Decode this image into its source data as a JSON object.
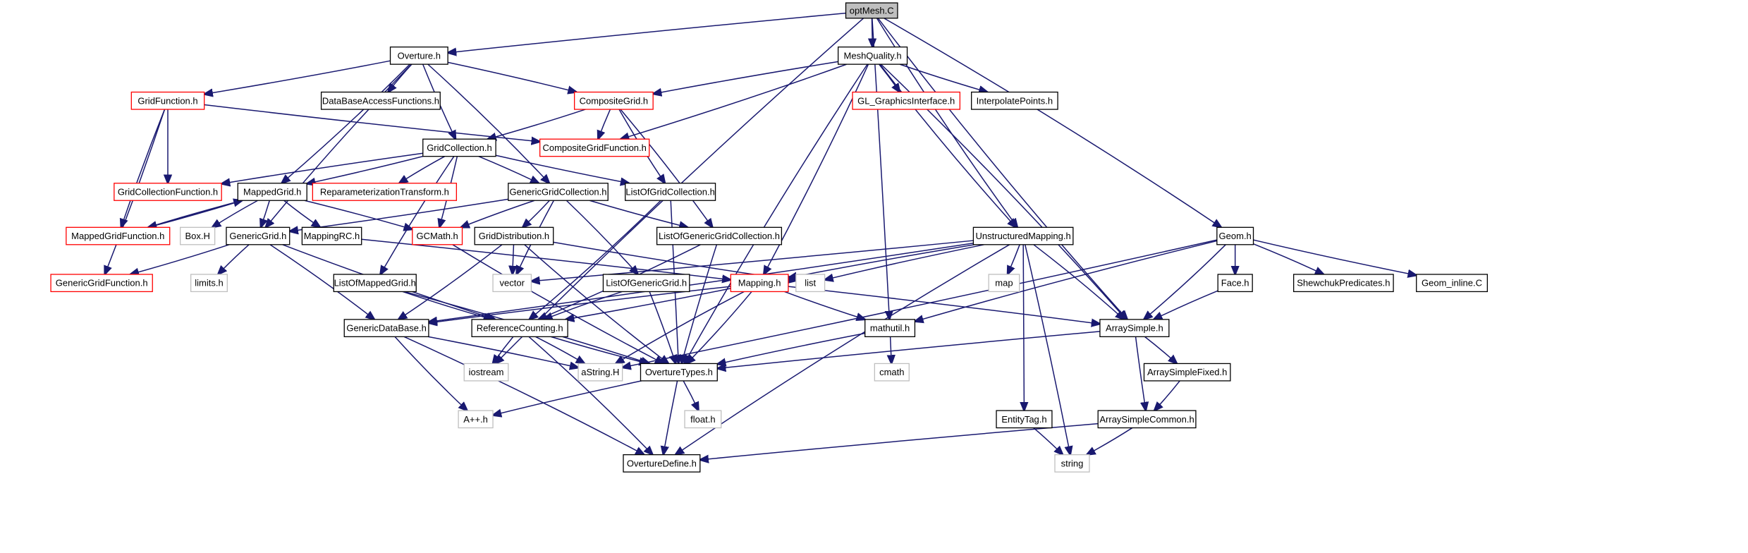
{
  "colors": {
    "edge": "#191970",
    "border_plain": "#000000",
    "border_red": "#ff0000",
    "border_gray": "#bfbfbf",
    "root_fill": "#bfbfbf",
    "node_fill": "#ffffff"
  },
  "nodes": {
    "optMesh": {
      "label": "optMesh.C",
      "style": "root"
    },
    "Overture": {
      "label": "Overture.h",
      "style": "plain"
    },
    "MeshQuality": {
      "label": "MeshQuality.h",
      "style": "plain"
    },
    "GridFunction": {
      "label": "GridFunction.h",
      "style": "red"
    },
    "DataBaseAccessFunctions": {
      "label": "DataBaseAccessFunctions.h",
      "style": "plain"
    },
    "CompositeGrid": {
      "label": "CompositeGrid.h",
      "style": "red"
    },
    "GL_GraphicsInterface": {
      "label": "GL_GraphicsInterface.h",
      "style": "red"
    },
    "InterpolatePoints": {
      "label": "InterpolatePoints.h",
      "style": "plain"
    },
    "GridCollection": {
      "label": "GridCollection.h",
      "style": "plain"
    },
    "CompositeGridFunction": {
      "label": "CompositeGridFunction.h",
      "style": "red"
    },
    "GridCollectionFunction": {
      "label": "GridCollectionFunction.h",
      "style": "red"
    },
    "MappedGrid": {
      "label": "MappedGrid.h",
      "style": "plain"
    },
    "ReparameterizationTransform": {
      "label": "ReparameterizationTransform.h",
      "style": "red"
    },
    "GenericGridCollection": {
      "label": "GenericGridCollection.h",
      "style": "plain"
    },
    "ListOfGridCollection": {
      "label": "ListOfGridCollection.h",
      "style": "plain"
    },
    "MappedGridFunction": {
      "label": "MappedGridFunction.h",
      "style": "red"
    },
    "BoxH": {
      "label": "Box.H",
      "style": "gray"
    },
    "GenericGrid": {
      "label": "GenericGrid.h",
      "style": "plain"
    },
    "MappingRC": {
      "label": "MappingRC.h",
      "style": "plain"
    },
    "GCMath": {
      "label": "GCMath.h",
      "style": "red"
    },
    "GridDistribution": {
      "label": "GridDistribution.h",
      "style": "plain"
    },
    "ListOfGenericGridCollection": {
      "label": "ListOfGenericGridCollection.h",
      "style": "plain"
    },
    "UnstructuredMapping": {
      "label": "UnstructuredMapping.h",
      "style": "plain"
    },
    "Geom": {
      "label": "Geom.h",
      "style": "plain"
    },
    "GenericGridFunction": {
      "label": "GenericGridFunction.h",
      "style": "red"
    },
    "limits": {
      "label": "limits.h",
      "style": "gray"
    },
    "ListOfMappedGrid": {
      "label": "ListOfMappedGrid.h",
      "style": "plain"
    },
    "vector": {
      "label": "vector",
      "style": "gray"
    },
    "ListOfGenericGrid": {
      "label": "ListOfGenericGrid.h",
      "style": "plain"
    },
    "Mapping": {
      "label": "Mapping.h",
      "style": "red"
    },
    "list": {
      "label": "list",
      "style": "gray"
    },
    "map": {
      "label": "map",
      "style": "gray"
    },
    "Face": {
      "label": "Face.h",
      "style": "plain"
    },
    "ShewchukPredicates": {
      "label": "ShewchukPredicates.h",
      "style": "plain"
    },
    "Geom_inline": {
      "label": "Geom_inline.C",
      "style": "plain"
    },
    "GenericDataBase": {
      "label": "GenericDataBase.h",
      "style": "plain"
    },
    "ReferenceCounting": {
      "label": "ReferenceCounting.h",
      "style": "plain"
    },
    "mathutil": {
      "label": "mathutil.h",
      "style": "plain"
    },
    "ArraySimple": {
      "label": "ArraySimple.h",
      "style": "plain"
    },
    "iostream": {
      "label": "iostream",
      "style": "gray"
    },
    "aString": {
      "label": "aString.H",
      "style": "gray"
    },
    "OvertureTypes": {
      "label": "OvertureTypes.h",
      "style": "plain"
    },
    "cmath": {
      "label": "cmath",
      "style": "gray"
    },
    "ArraySimpleFixed": {
      "label": "ArraySimpleFixed.h",
      "style": "plain"
    },
    "Aplusplus": {
      "label": "A++.h",
      "style": "gray"
    },
    "floatH": {
      "label": "float.h",
      "style": "gray"
    },
    "EntityTag": {
      "label": "EntityTag.h",
      "style": "plain"
    },
    "ArraySimpleCommon": {
      "label": "ArraySimpleCommon.h",
      "style": "plain"
    },
    "OvertureDefine": {
      "label": "OvertureDefine.h",
      "style": "plain"
    },
    "string": {
      "label": "string",
      "style": "gray"
    }
  },
  "edges": [
    [
      "optMesh",
      "Overture"
    ],
    [
      "optMesh",
      "MeshQuality"
    ],
    [
      "optMesh",
      "iostream"
    ],
    [
      "optMesh",
      "mathutil"
    ],
    [
      "optMesh",
      "UnstructuredMapping"
    ],
    [
      "optMesh",
      "Geom"
    ],
    [
      "optMesh",
      "ArraySimple"
    ],
    [
      "Overture",
      "GridFunction"
    ],
    [
      "Overture",
      "DataBaseAccessFunctions"
    ],
    [
      "Overture",
      "CompositeGrid"
    ],
    [
      "Overture",
      "GridCollection"
    ],
    [
      "Overture",
      "MappedGrid"
    ],
    [
      "Overture",
      "GenericGrid"
    ],
    [
      "Overture",
      "GenericGridCollection"
    ],
    [
      "MeshQuality",
      "CompositeGrid"
    ],
    [
      "MeshQuality",
      "GL_GraphicsInterface"
    ],
    [
      "MeshQuality",
      "InterpolatePoints"
    ],
    [
      "MeshQuality",
      "CompositeGridFunction"
    ],
    [
      "MeshQuality",
      "UnstructuredMapping"
    ],
    [
      "MeshQuality",
      "ArraySimple"
    ],
    [
      "MeshQuality",
      "OvertureTypes"
    ],
    [
      "MeshQuality",
      "Mapping"
    ],
    [
      "GridFunction",
      "CompositeGridFunction"
    ],
    [
      "GridFunction",
      "GridCollectionFunction"
    ],
    [
      "GridFunction",
      "MappedGridFunction"
    ],
    [
      "GridFunction",
      "GenericGridFunction"
    ],
    [
      "CompositeGrid",
      "CompositeGridFunction"
    ],
    [
      "CompositeGrid",
      "GridCollection"
    ],
    [
      "CompositeGrid",
      "ListOfGridCollection"
    ],
    [
      "CompositeGrid",
      "ListOfGenericGridCollection"
    ],
    [
      "GridCollection",
      "GridCollectionFunction"
    ],
    [
      "GridCollection",
      "MappedGrid"
    ],
    [
      "GridCollection",
      "ReparameterizationTransform"
    ],
    [
      "GridCollection",
      "GenericGridCollection"
    ],
    [
      "GridCollection",
      "ListOfGridCollection"
    ],
    [
      "GridCollection",
      "GCMath"
    ],
    [
      "GridCollection",
      "ListOfMappedGrid"
    ],
    [
      "MappedGrid",
      "MappedGridFunction"
    ],
    [
      "MappedGrid",
      "BoxH"
    ],
    [
      "MappedGrid",
      "GenericGrid"
    ],
    [
      "MappedGrid",
      "MappingRC"
    ],
    [
      "MappedGrid",
      "GCMath"
    ],
    [
      "MappedGridFunction",
      "MappedGrid"
    ],
    [
      "GenericGridCollection",
      "GenericGrid"
    ],
    [
      "GenericGridCollection",
      "GCMath"
    ],
    [
      "GenericGridCollection",
      "GridDistribution"
    ],
    [
      "GenericGridCollection",
      "ListOfGenericGridCollection"
    ],
    [
      "GenericGridCollection",
      "ListOfGenericGrid"
    ],
    [
      "GenericGridCollection",
      "vector"
    ],
    [
      "ListOfGridCollection",
      "ReferenceCounting"
    ],
    [
      "ListOfGridCollection",
      "OvertureTypes"
    ],
    [
      "GenericGrid",
      "GenericGridFunction"
    ],
    [
      "GenericGrid",
      "limits"
    ],
    [
      "GenericGrid",
      "GenericDataBase"
    ],
    [
      "GenericGrid",
      "ReferenceCounting"
    ],
    [
      "MappingRC",
      "Mapping"
    ],
    [
      "GCMath",
      "OvertureTypes"
    ],
    [
      "GridDistribution",
      "vector"
    ],
    [
      "GridDistribution",
      "list"
    ],
    [
      "GridDistribution",
      "GenericDataBase"
    ],
    [
      "GridDistribution",
      "OvertureTypes"
    ],
    [
      "ListOfGenericGridCollection",
      "ReferenceCounting"
    ],
    [
      "ListOfGenericGridCollection",
      "OvertureTypes"
    ],
    [
      "UnstructuredMapping",
      "vector"
    ],
    [
      "UnstructuredMapping",
      "list"
    ],
    [
      "UnstructuredMapping",
      "map"
    ],
    [
      "UnstructuredMapping",
      "Mapping"
    ],
    [
      "UnstructuredMapping",
      "ArraySimple"
    ],
    [
      "UnstructuredMapping",
      "EntityTag"
    ],
    [
      "UnstructuredMapping",
      "string"
    ],
    [
      "UnstructuredMapping",
      "OvertureDefine"
    ],
    [
      "UnstructuredMapping",
      "GenericDataBase"
    ],
    [
      "Geom",
      "Face"
    ],
    [
      "Geom",
      "ShewchukPredicates"
    ],
    [
      "Geom",
      "Geom_inline"
    ],
    [
      "Geom",
      "ArraySimple"
    ],
    [
      "Geom",
      "mathutil"
    ],
    [
      "Geom",
      "aString"
    ],
    [
      "ListOfMappedGrid",
      "ReferenceCounting"
    ],
    [
      "ListOfMappedGrid",
      "OvertureTypes"
    ],
    [
      "ListOfGenericGrid",
      "ReferenceCounting"
    ],
    [
      "ListOfGenericGrid",
      "OvertureTypes"
    ],
    [
      "Mapping",
      "GenericDataBase"
    ],
    [
      "Mapping",
      "ReferenceCounting"
    ],
    [
      "Mapping",
      "mathutil"
    ],
    [
      "Mapping",
      "ArraySimple"
    ],
    [
      "Mapping",
      "aString"
    ],
    [
      "Mapping",
      "OvertureTypes"
    ],
    [
      "Face",
      "ArraySimple"
    ],
    [
      "GenericDataBase",
      "aString"
    ],
    [
      "GenericDataBase",
      "Aplusplus"
    ],
    [
      "GenericDataBase",
      "OvertureDefine"
    ],
    [
      "ReferenceCounting",
      "iostream"
    ],
    [
      "ReferenceCounting",
      "aString"
    ],
    [
      "ReferenceCounting",
      "OvertureTypes"
    ],
    [
      "ReferenceCounting",
      "OvertureDefine"
    ],
    [
      "mathutil",
      "OvertureTypes"
    ],
    [
      "mathutil",
      "cmath"
    ],
    [
      "ArraySimple",
      "OvertureTypes"
    ],
    [
      "ArraySimple",
      "ArraySimpleFixed"
    ],
    [
      "ArraySimple",
      "ArraySimpleCommon"
    ],
    [
      "ArraySimpleFixed",
      "ArraySimpleCommon"
    ],
    [
      "OvertureTypes",
      "Aplusplus"
    ],
    [
      "OvertureTypes",
      "floatH"
    ],
    [
      "OvertureTypes",
      "OvertureDefine"
    ],
    [
      "EntityTag",
      "string"
    ],
    [
      "ArraySimpleCommon",
      "OvertureDefine"
    ],
    [
      "ArraySimpleCommon",
      "string"
    ]
  ]
}
